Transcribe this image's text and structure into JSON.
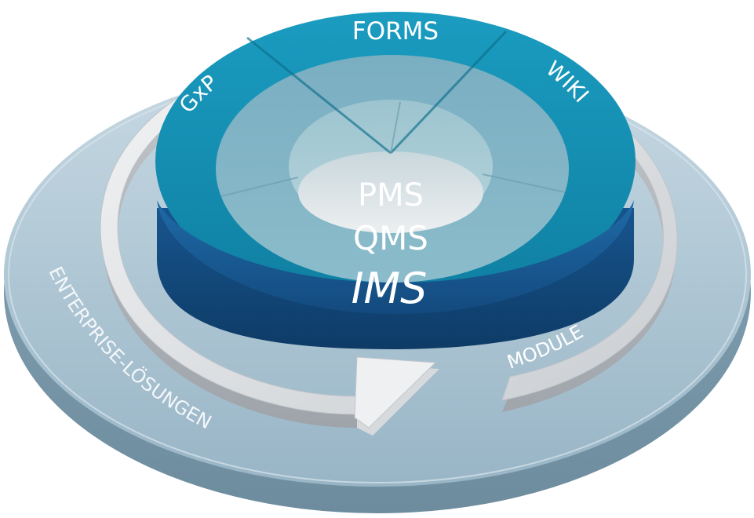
{
  "diagram": {
    "outer_ring_label": "ENTERPRISE-LÖSUNGEN",
    "arrow_label": "MODULE",
    "top_segments": {
      "left": "GxP",
      "center": "FORMS",
      "right": "WIKI"
    },
    "core_labels": {
      "inner": "PMS",
      "middle": "QMS",
      "outer": "IMS"
    }
  },
  "colors": {
    "outer_disc": "#a9c4d3",
    "outer_disc_edge": "#7d9cad",
    "arrow_ring": "#e4e6e8",
    "teal_ring": "#1590b2",
    "ims_band": "#1b5a96",
    "mid_ring": "#7fb1c3",
    "inner_ring": "#a8ccd6",
    "pms_center": "#e6e9eb"
  }
}
